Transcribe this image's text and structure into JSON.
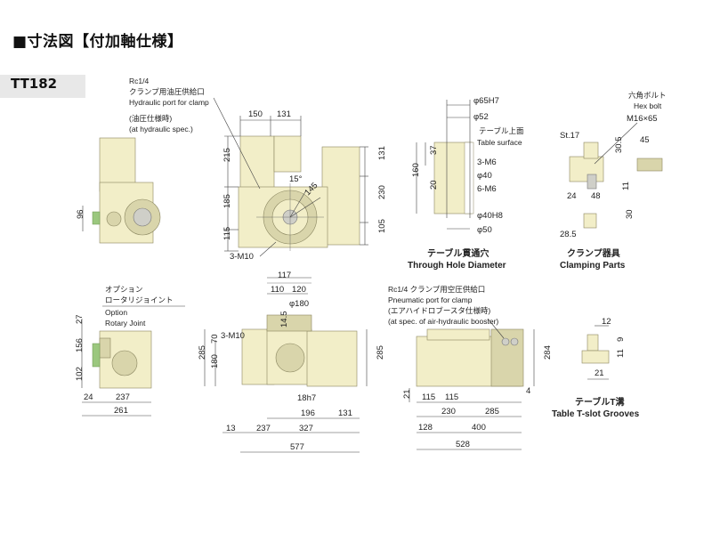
{
  "title": "■寸法図【付加軸仕様】",
  "model": "TT182",
  "view1": {
    "port_lines": [
      "Rc1/4",
      "クランプ用油圧供給口",
      "Hydraulic port for clamp",
      "(油圧仕様時)",
      "(at hydraulic spec.)"
    ],
    "dim_96": "96",
    "dim_150": "150",
    "dim_131": "131",
    "dim_215": "215",
    "dim_185": "185",
    "dim_115": "115",
    "dim_15deg": "15°",
    "dim_145": "145",
    "dim_131b": "131",
    "dim_230": "230",
    "dim_105": "105",
    "bolt": "3-M10"
  },
  "through_hole": {
    "d65": "φ65H7",
    "d52": "φ52",
    "surface_jp": "テーブル上面",
    "surface_en": "Table surface",
    "m6a": "3-M6",
    "d40": "φ40",
    "m6b": "6-M6",
    "d40h8": "φ40H8",
    "d50": "φ50",
    "h37": "37",
    "h160": "160",
    "h20": "20",
    "cap_jp": "テーブル貫通穴",
    "cap_en": "Through Hole Diameter"
  },
  "clamp": {
    "bolt_jp": "六角ボルト",
    "bolt_en": "Hex bolt",
    "bolt_size": "M16×65",
    "st": "St.17",
    "d45": "45",
    "d30_5": "30.5",
    "d24": "24",
    "d48": "48",
    "d11": "11",
    "d30": "30",
    "d28_5": "28.5",
    "cap_jp": "クランプ器具",
    "cap_en": "Clamping Parts"
  },
  "view2": {
    "opt_jp1": "オプション",
    "opt_jp2": "ロータリジョイント",
    "opt_en1": "Option",
    "opt_en2": "Rotary Joint",
    "d27": "27",
    "d156": "156",
    "d102": "102",
    "d24": "24",
    "d237": "237",
    "d261": "261"
  },
  "view3": {
    "d117": "117",
    "d110": "110",
    "d120": "120",
    "d180dia": "φ180",
    "d14_5": "14.5",
    "bolt": "3-M10",
    "d285": "285",
    "d180": "180",
    "d70": "70",
    "d285r": "285",
    "slot": "18h7",
    "d196": "196",
    "d131": "131",
    "d13": "13",
    "d237": "237",
    "d327": "327",
    "d577": "577"
  },
  "view4": {
    "port_lines": [
      "Rc1/4 クランプ用空圧供給口",
      "Pneumatic port for clamp",
      "(エアハイドロブースタ仕様時)",
      "(at spec. of air-hydraulic booster)"
    ],
    "d21": "21",
    "d115a": "115",
    "d115b": "115",
    "d230": "230",
    "d285": "285",
    "d128": "128",
    "d400": "400",
    "d528": "528",
    "d284": "284",
    "d4": "4"
  },
  "tslot": {
    "d12": "12",
    "d9": "9",
    "d11": "11",
    "d21": "21",
    "cap_jp": "テーブルT溝",
    "cap_en": "Table T-slot Grooves"
  }
}
